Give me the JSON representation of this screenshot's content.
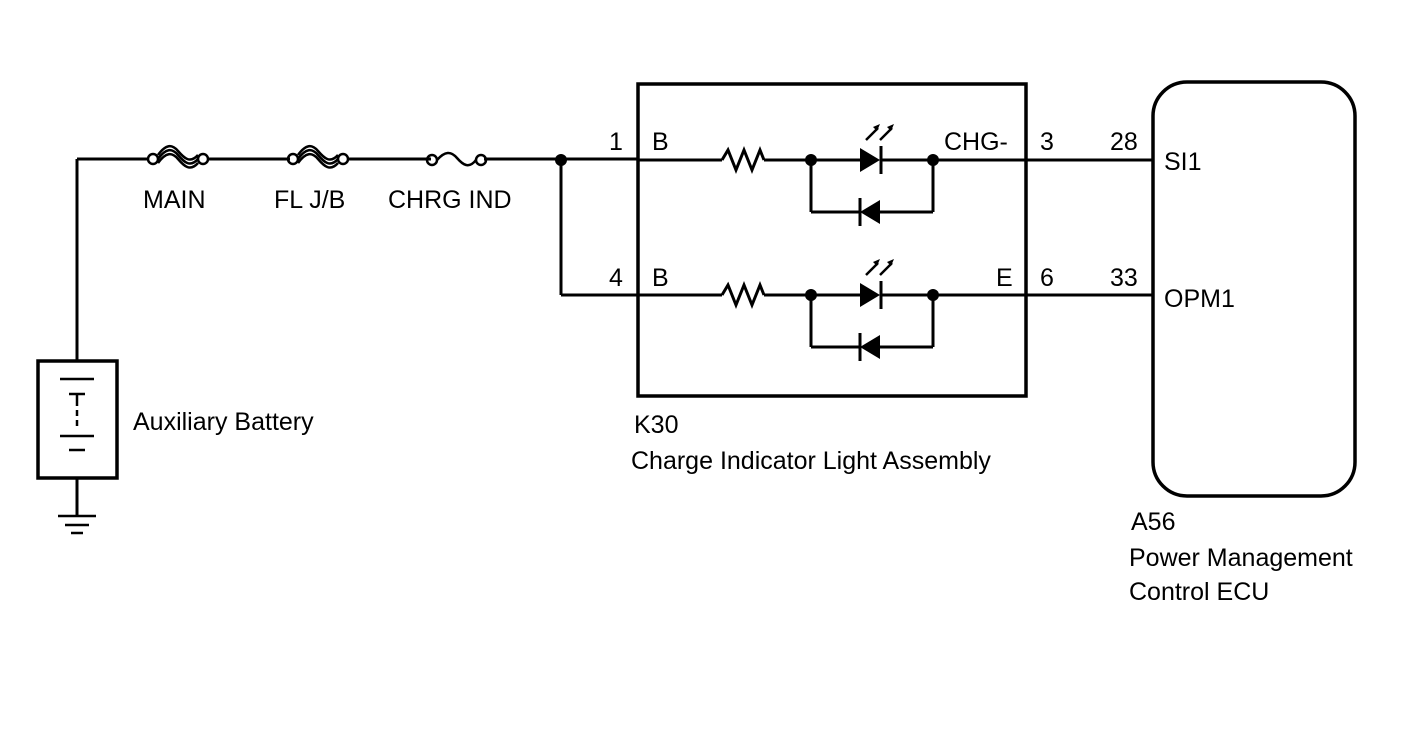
{
  "fuses": {
    "main": "MAIN",
    "fl_jb": "FL J/B",
    "chrg_ind": "CHRG IND"
  },
  "battery": {
    "label": "Auxiliary Battery"
  },
  "indicator": {
    "code": "K30",
    "name": "Charge Indicator Light Assembly",
    "pin1": "1",
    "pin1_name": "B",
    "pin4": "4",
    "pin4_name": "B",
    "pin3": "3",
    "pin3_name": "CHG-",
    "pin6": "6",
    "pin6_name": "E"
  },
  "ecu": {
    "code": "A56",
    "name_line1": "Power Management",
    "name_line2": "Control ECU",
    "pin28": "28",
    "pin28_name": "SI1",
    "pin33": "33",
    "pin33_name": "OPM1"
  }
}
